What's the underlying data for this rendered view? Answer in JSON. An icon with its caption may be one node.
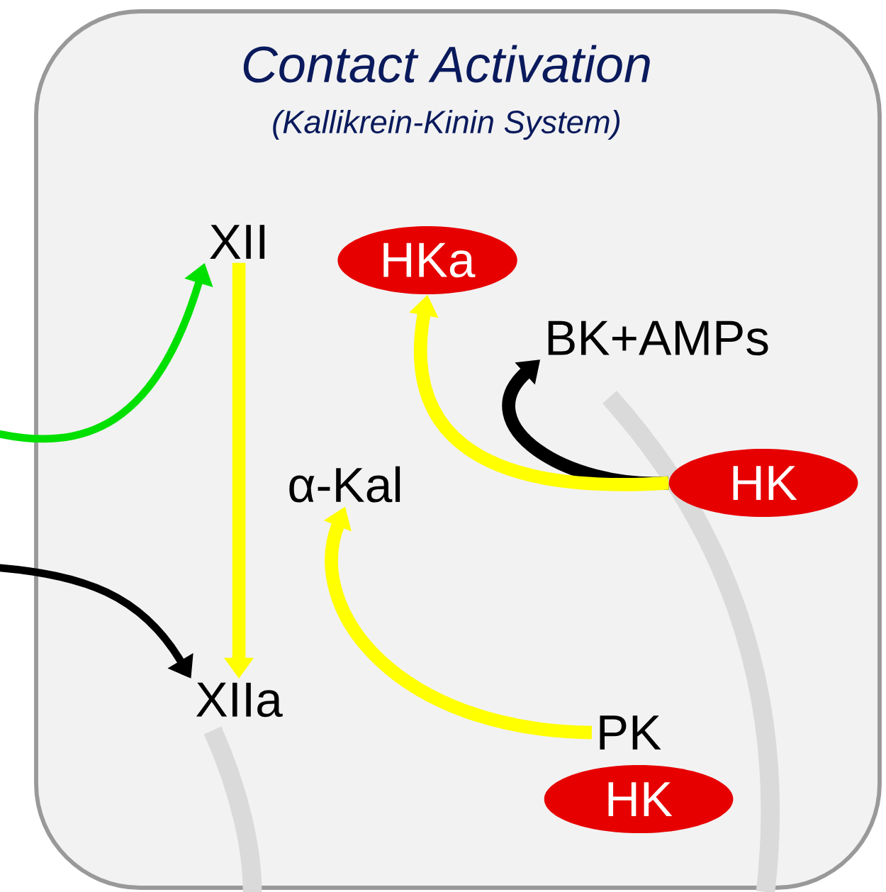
{
  "diagram": {
    "nodes": [
      {
        "text": [
          "Contact Activation",
          "(Kallikrein-Kinin System)"
        ]
      },
      {
        "text": [
          "XII"
        ],
        "in": 0
      },
      {
        "text": [
          "HKa"
        ],
        "in": 0
      },
      {
        "text": [
          "BK+AMPs"
        ],
        "in": 0
      },
      {
        "text": [
          "α-Kal"
        ],
        "in": 0
      },
      {
        "text": [
          "HK"
        ],
        "in": 0
      },
      {
        "text": [
          "XIIa"
        ],
        "in": 0
      },
      {
        "text": [
          "PK"
        ],
        "in": 0
      },
      {
        "text": [
          "HK"
        ],
        "in": 0
      }
    ],
    "edges": [
      {
        "from": null,
        "to": 1,
        "arrow": "to",
        "color": "#00e000"
      },
      {
        "from": 1,
        "to": 6,
        "arrow": "to"
      },
      {
        "from": 5,
        "to": 3,
        "arrow": "to",
        "color": "#000000"
      },
      {
        "from": 5,
        "to": 2,
        "arrow": "to"
      },
      {
        "from": 7,
        "to": 4,
        "arrow": "to"
      },
      {
        "from": null,
        "to": 6,
        "arrow": "to",
        "color": "#000000"
      }
    ]
  }
}
